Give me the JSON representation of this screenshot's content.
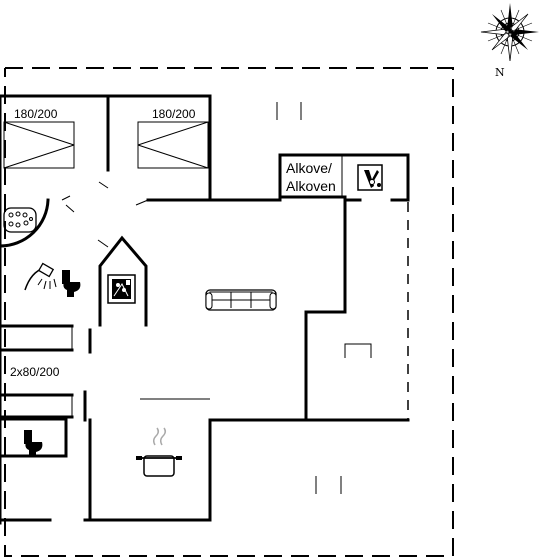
{
  "compass": {
    "north_label": "N",
    "icon": "compass-rose-icon"
  },
  "rooms": {
    "bedroom_1": {
      "bed_label": "180/200",
      "icon": "double-bed-icon"
    },
    "bedroom_2": {
      "bed_label": "180/200",
      "icon": "double-bed-icon"
    },
    "bedroom_3": {
      "bed_label": "2x80/200",
      "icon": "bunk-bed-icon"
    },
    "alcove": {
      "label_line1": "Alkove/",
      "label_line2": "Alkoven",
      "icon": "alcove-tools-icon"
    },
    "bathroom": {
      "icons": [
        "whirlpool-icon",
        "shower-icon",
        "toilet-icon"
      ]
    },
    "wc": {
      "icons": [
        "toilet-icon"
      ]
    },
    "living": {
      "icons": [
        "sofa-icon",
        "fireplace-icon"
      ]
    },
    "kitchen": {
      "icons": [
        "cooking-pot-icon"
      ]
    }
  }
}
